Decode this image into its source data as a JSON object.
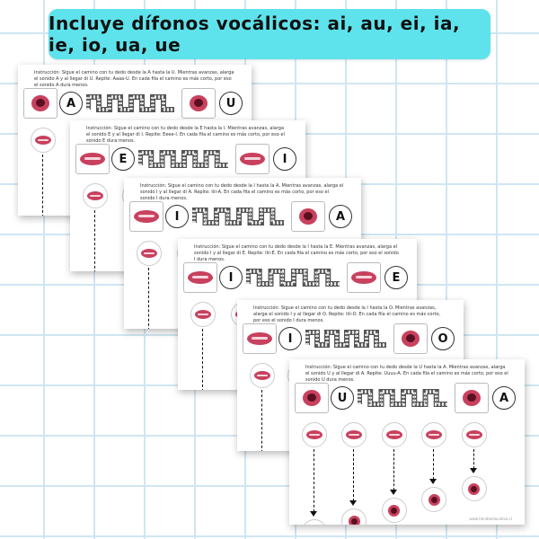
{
  "banner": {
    "title": "Incluye dífonos vocálicos: ai, au, ei, ia, ie, io, ua, ue"
  },
  "sheets": [
    {
      "from": "A",
      "to": "U",
      "instruction": "Instrucción: Sigue el camino con tu dedo desde la A hasta la U. Mientras avanzas, alarga el sonido A y al llegar di U. Repite: Aaaa-U. En cada fila el camino es más corto, por eso el sonido A dura menos."
    },
    {
      "from": "E",
      "to": "I",
      "instruction": "Instrucción: Sigue el camino con tu dedo desde la E hasta la I. Mientras avanzas, alarga el sonido E y al llegar di I. Repite: Eeee-I. En cada fila el camino es más corto, por eso el sonido E dura menos."
    },
    {
      "from": "I",
      "to": "A",
      "instruction": "Instrucción: Sigue el camino con tu dedo desde la I hasta la A. Mientras avanzas, alarga el sonido I y al llegar di A. Repite: Iiii-A. En cada fila el camino es más corto, por eso el sonido I dura menos."
    },
    {
      "from": "I",
      "to": "E",
      "instruction": "Instrucción: Sigue el camino con tu dedo desde la I hasta la E. Mientras avanzas, alarga el sonido I y al llegar di E. Repite: Iiii-E. En cada fila el camino es más corto, por eso el sonido I dura menos."
    },
    {
      "from": "I",
      "to": "O",
      "instruction": "Instrucción: Sigue el camino con tu dedo desde la I hasta la O. Mientras avanzas, alarga el sonido I y al llegar di O. Repite: Iiii-O. En cada fila el camino es más corto, por eso el sonido I dura menos."
    },
    {
      "from": "U",
      "to": "A",
      "instruction": "Instrucción: Sigue el camino con tu dedo desde la U hasta la A. Mientras avanzas, alarga el sonido U y al llegar di A. Repite: Uuuu-A. En cada fila el camino es más corto, por eso el sonido U dura menos."
    }
  ],
  "footer": "www.tiendaeducativa.cl"
}
